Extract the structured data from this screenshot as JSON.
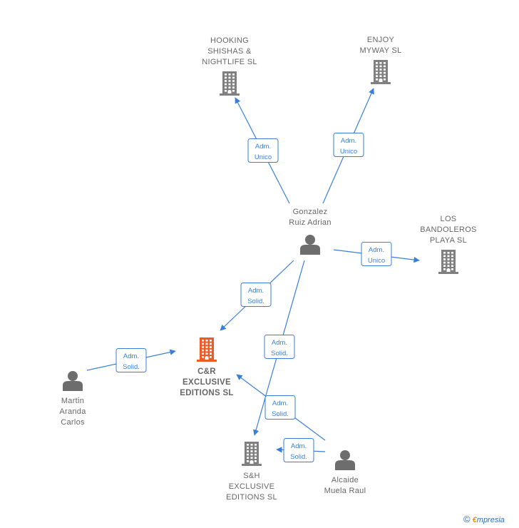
{
  "colors": {
    "edge": "#3a7fd5",
    "company": "#808080",
    "company_focus": "#f05a28",
    "person": "#6d6d6d",
    "label": "#666666"
  },
  "nodes": [
    {
      "id": "hooking",
      "type": "company",
      "lines": [
        "HOOKING",
        "SHISHAS &",
        "NIGHTLIFE  SL"
      ]
    },
    {
      "id": "enjoy",
      "type": "company",
      "lines": [
        "ENJOY",
        "MYWAY  SL"
      ]
    },
    {
      "id": "bandoleros",
      "type": "company",
      "lines": [
        "LOS",
        "BANDOLEROS",
        "PLAYA SL"
      ]
    },
    {
      "id": "cr",
      "type": "company_focus",
      "lines": [
        "C&R",
        "EXCLUSIVE",
        "EDITIONS  SL"
      ]
    },
    {
      "id": "sh",
      "type": "company",
      "lines": [
        "S&H",
        "EXCLUSIVE",
        "EDITIONS  SL"
      ]
    },
    {
      "id": "gonzalez",
      "type": "person",
      "lines": [
        "Gonzalez",
        "Ruiz Adrian"
      ]
    },
    {
      "id": "martin",
      "type": "person",
      "lines": [
        "Martin",
        "Aranda",
        "Carlos"
      ]
    },
    {
      "id": "alcaide",
      "type": "person",
      "lines": [
        "Alcaide",
        "Muela Raul"
      ]
    }
  ],
  "edges": [
    {
      "from": "gonzalez",
      "to": "hooking",
      "label": [
        "Adm.",
        "Unico"
      ]
    },
    {
      "from": "gonzalez",
      "to": "enjoy",
      "label": [
        "Adm.",
        "Unico"
      ]
    },
    {
      "from": "gonzalez",
      "to": "bandoleros",
      "label": [
        "Adm.",
        "Unico"
      ]
    },
    {
      "from": "gonzalez",
      "to": "cr",
      "label": [
        "Adm.",
        "Solid."
      ]
    },
    {
      "from": "gonzalez",
      "to": "sh",
      "label": [
        "Adm.",
        "Solid."
      ]
    },
    {
      "from": "martin",
      "to": "cr",
      "label": [
        "Adm.",
        "Solid."
      ]
    },
    {
      "from": "alcaide",
      "to": "cr",
      "label": [
        "Adm.",
        "Solid."
      ]
    },
    {
      "from": "alcaide",
      "to": "sh",
      "label": [
        "Adm.",
        "Solid."
      ]
    }
  ],
  "footer": {
    "copyright": "©",
    "brand_initial": "€",
    "brand_rest": "mpresia"
  }
}
